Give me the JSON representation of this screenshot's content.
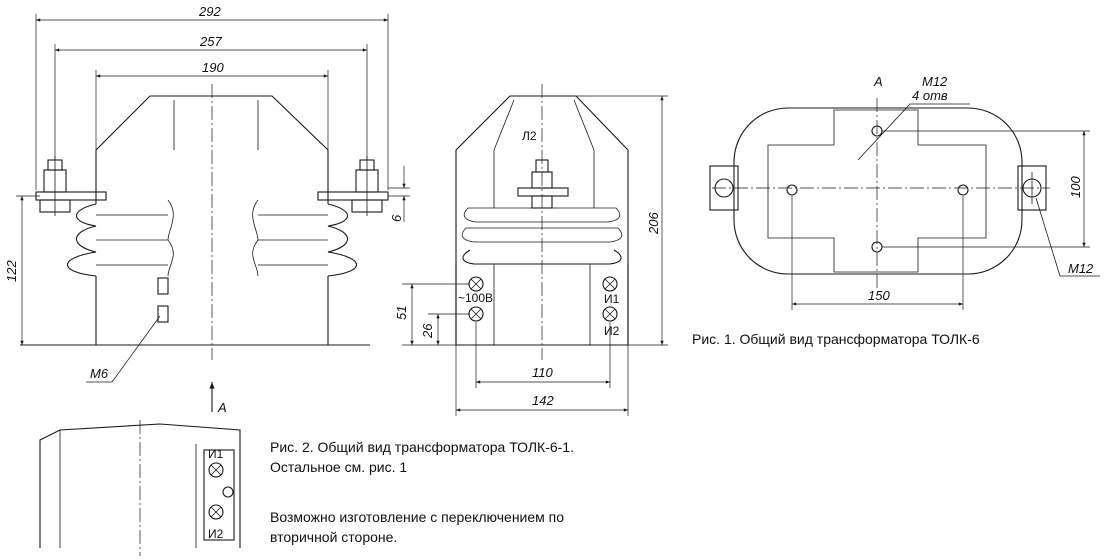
{
  "dimensions": {
    "side_total_width": "292",
    "side_mount_spacing": "257",
    "side_top_width": "190",
    "side_height": "122",
    "side_stud_offset": "6",
    "front_height": "206",
    "front_width": "142",
    "front_terminal_spacing": "110",
    "front_terminal_upper": "51",
    "front_terminal_lower": "26",
    "top_hole_spacing_x": "150",
    "top_hole_spacing_y": "100"
  },
  "labels": {
    "view_arrow": "A",
    "view_a": "A",
    "thread_m6": "M6",
    "primary_terminal": "Л2",
    "secondary_100v": "~100В",
    "secondary_i1": "И1",
    "secondary_i2": "И2",
    "alt_i1": "И1",
    "alt_i2": "И2",
    "thread_m12": "M12",
    "holes_count": "4 отв",
    "thread_m12_side": "M12"
  },
  "captions": {
    "fig1": "Рис. 1. Общий вид трансформатора ТОЛК-6",
    "fig2_line1": "Рис. 2. Общий вид трансформатора ТОЛК-6-1.",
    "fig2_line2": "Остальное см. рис. 1",
    "note_line1": "Возможно изготовление с переключением по",
    "note_line2": "вторичной стороне."
  }
}
